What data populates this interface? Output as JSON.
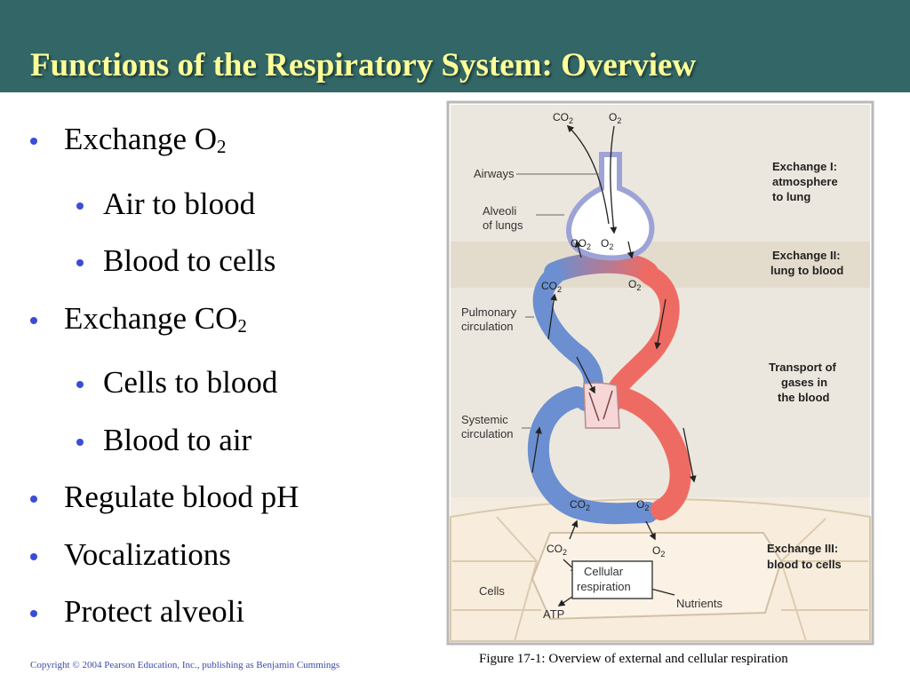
{
  "slide": {
    "title": "Functions of the Respiratory System: Overview",
    "bullets": [
      {
        "text": "Exchange O",
        "sub": "2"
      },
      {
        "text": "Air to blood"
      },
      {
        "text": "Blood to cells"
      },
      {
        "text": "Exchange CO",
        "sub": "2"
      },
      {
        "text": "Cells to blood"
      },
      {
        "text": "Blood to air"
      },
      {
        "text": "Regulate blood pH"
      },
      {
        "text": "Vocalizations"
      },
      {
        "text": "Protect alveoli"
      }
    ],
    "copyright": "Copyright © 2004 Pearson Education, Inc., publishing as Benjamin Cummings",
    "caption": "Figure 17-1: Overview of external and cellular respiration"
  },
  "colors": {
    "header_bg": "#336666",
    "title": "#ffff99",
    "bullet_dot": "#3a4dd6",
    "copyright": "#3b4aa8",
    "deoxygenated_blood": "#6b8fd0",
    "oxygenated_blood": "#ee6b63"
  },
  "figure": {
    "labels": {
      "airways": "Airways",
      "alveoli_1": "Alveoli",
      "alveoli_2": "of lungs",
      "pulmonary_1": "Pulmonary",
      "pulmonary_2": "circulation",
      "systemic_1": "Systemic",
      "systemic_2": "circulation",
      "cells": "Cells",
      "atp": "ATP",
      "nutrients": "Nutrients",
      "cellular_1": "Cellular",
      "cellular_2": "respiration"
    },
    "stages": {
      "ex1_1": "Exchange I:",
      "ex1_2": "atmosphere",
      "ex1_3": "to lung",
      "ex2_1": "Exchange II:",
      "ex2_2": "lung to blood",
      "tr_1": "Transport of",
      "tr_2": "gases in",
      "tr_3": "the blood",
      "ex3_1": "Exchange III:",
      "ex3_2": "blood to cells"
    },
    "gases": {
      "co": "CO",
      "o": "O",
      "sub": "2"
    }
  }
}
